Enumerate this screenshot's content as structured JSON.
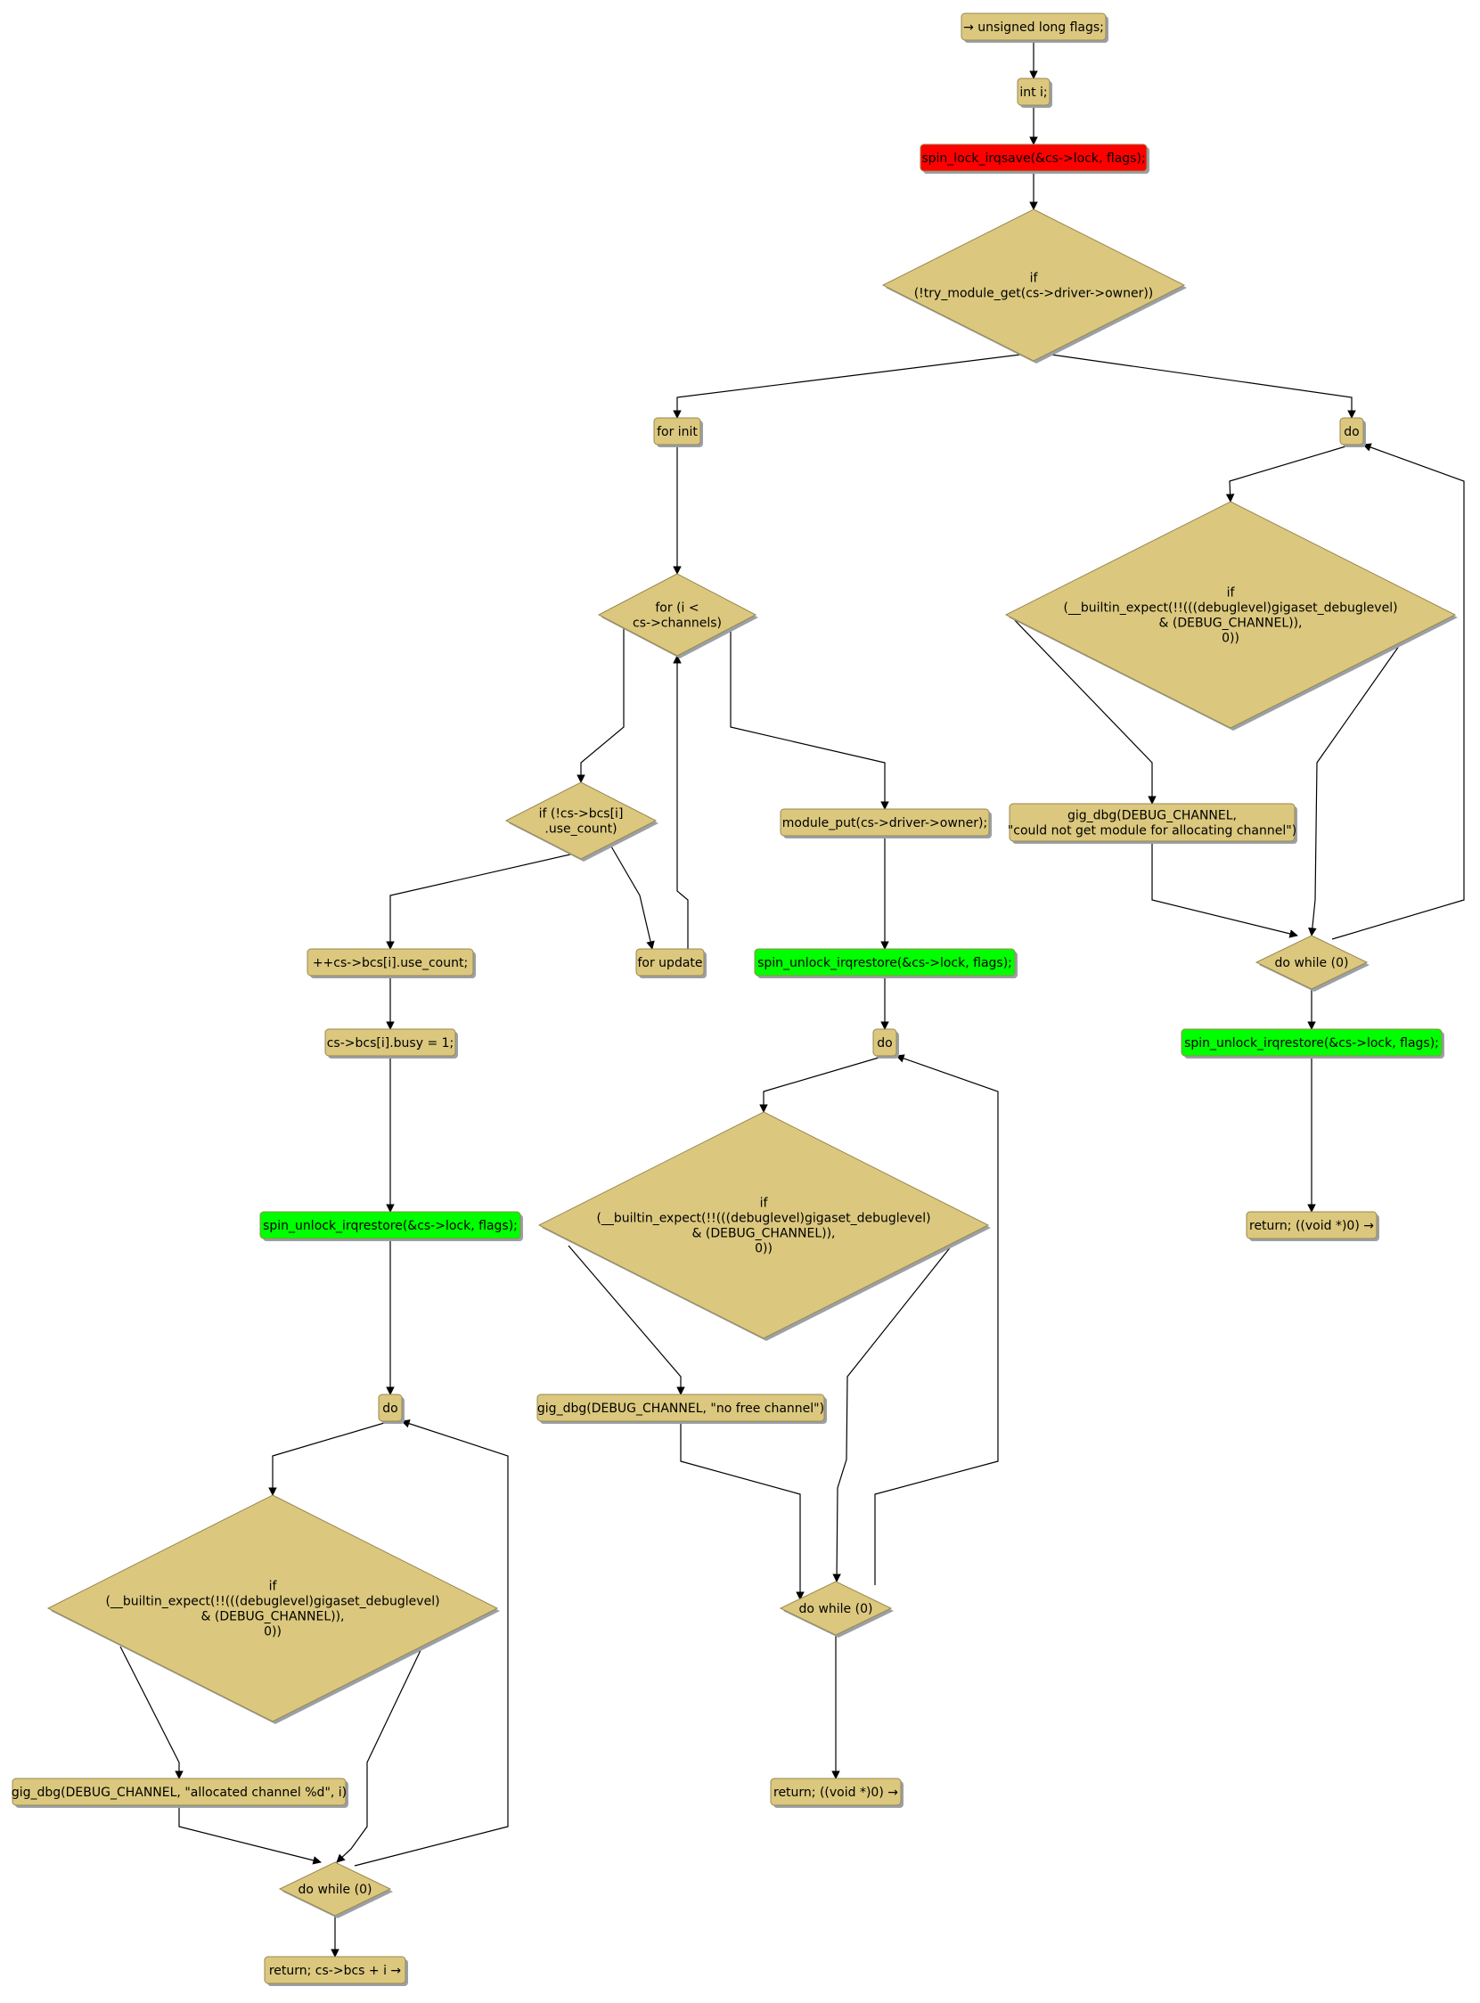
{
  "colors": {
    "node_fill": "#dbc87e",
    "node_stroke": "#9a8850",
    "shadow": "#9aa0a6",
    "lock_fill": "#ff0000",
    "unlock_fill": "#00ff00",
    "edge": "#000000"
  },
  "nodes": {
    "n_flags": [
      "→ unsigned long flags;"
    ],
    "n_int_i": [
      "int i;"
    ],
    "n_spin_lock": [
      "spin_lock_irqsave(&cs->lock, flags);"
    ],
    "n_if_module": [
      "if",
      "(!try_module_get(cs->driver->owner))"
    ],
    "n_for_init": [
      "for init"
    ],
    "n_do_right": [
      "do"
    ],
    "n_for_cond": [
      "for (i <",
      "cs->channels)"
    ],
    "n_if_right": [
      "if",
      "(__builtin_expect(!!(((debuglevel)gigaset_debuglevel)",
      "& (DEBUG_CHANNEL)),",
      "0))"
    ],
    "n_if_use": [
      "if (!cs->bcs[i]",
      ".use_count)"
    ],
    "n_module_put": [
      "module_put(cs->driver->owner);"
    ],
    "n_dbg_module": [
      "gig_dbg(DEBUG_CHANNEL,",
      "\"could not get module for allocating channel\")"
    ],
    "n_inc_use": [
      "++cs->bcs[i].use_count;"
    ],
    "n_for_update": [
      "for update"
    ],
    "n_unlock_mid": [
      "spin_unlock_irqrestore(&cs->lock, flags);"
    ],
    "n_dowhile_right": [
      "do while (0)"
    ],
    "n_busy": [
      "cs->bcs[i].busy = 1;"
    ],
    "n_do_mid": [
      "do"
    ],
    "n_unlock_right": [
      "spin_unlock_irqrestore(&cs->lock, flags);"
    ],
    "n_if_mid": [
      "if",
      "(__builtin_expect(!!(((debuglevel)gigaset_debuglevel)",
      "& (DEBUG_CHANNEL)),",
      "0))"
    ],
    "n_unlock_left": [
      "spin_unlock_irqrestore(&cs->lock, flags);"
    ],
    "n_return_right": [
      "return; ((void *)0) →"
    ],
    "n_do_left": [
      "do"
    ],
    "n_dbg_nofree": [
      "gig_dbg(DEBUG_CHANNEL, \"no free channel\")"
    ],
    "n_if_left": [
      "if",
      "(__builtin_expect(!!(((debuglevel)gigaset_debuglevel)",
      "& (DEBUG_CHANNEL)),",
      "0))"
    ],
    "n_dowhile_mid": [
      "do while (0)"
    ],
    "n_dbg_alloc": [
      "gig_dbg(DEBUG_CHANNEL, \"allocated channel %d\", i)"
    ],
    "n_return_mid": [
      "return; ((void *)0) →"
    ],
    "n_dowhile_left": [
      "do while (0)"
    ],
    "n_return_left": [
      "return; cs->bcs + i →"
    ]
  }
}
